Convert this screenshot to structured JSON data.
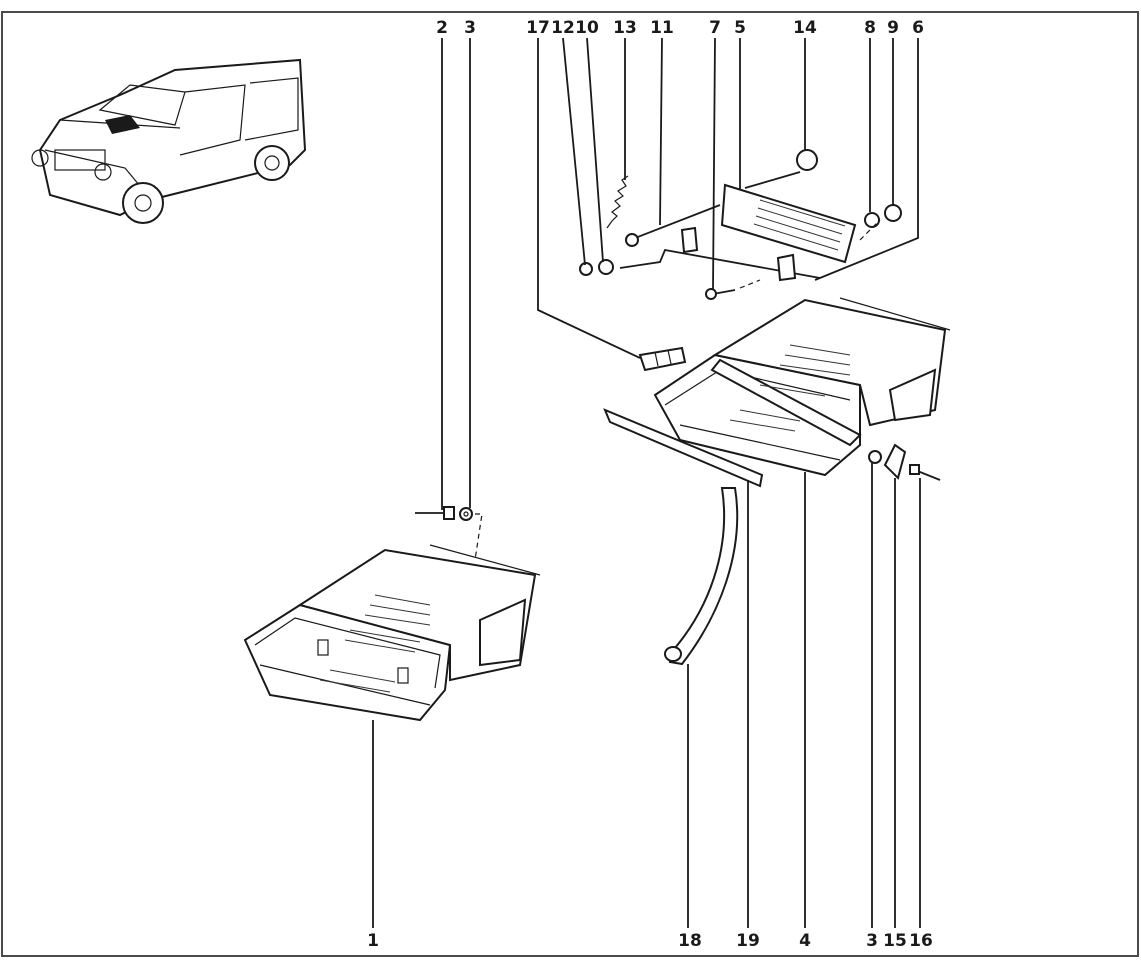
{
  "diagram": {
    "callouts_top": [
      "2",
      "3",
      "17",
      "12",
      "10",
      "13",
      "11",
      "7",
      "5",
      "14",
      "8",
      "9",
      "6"
    ],
    "callouts_bottom": [
      "1",
      "18",
      "19",
      "4",
      "3",
      "15",
      "16"
    ]
  },
  "colors": {
    "ink": "#1a1a1a",
    "paper": "#ffffff",
    "border": "#4a4a4a"
  }
}
